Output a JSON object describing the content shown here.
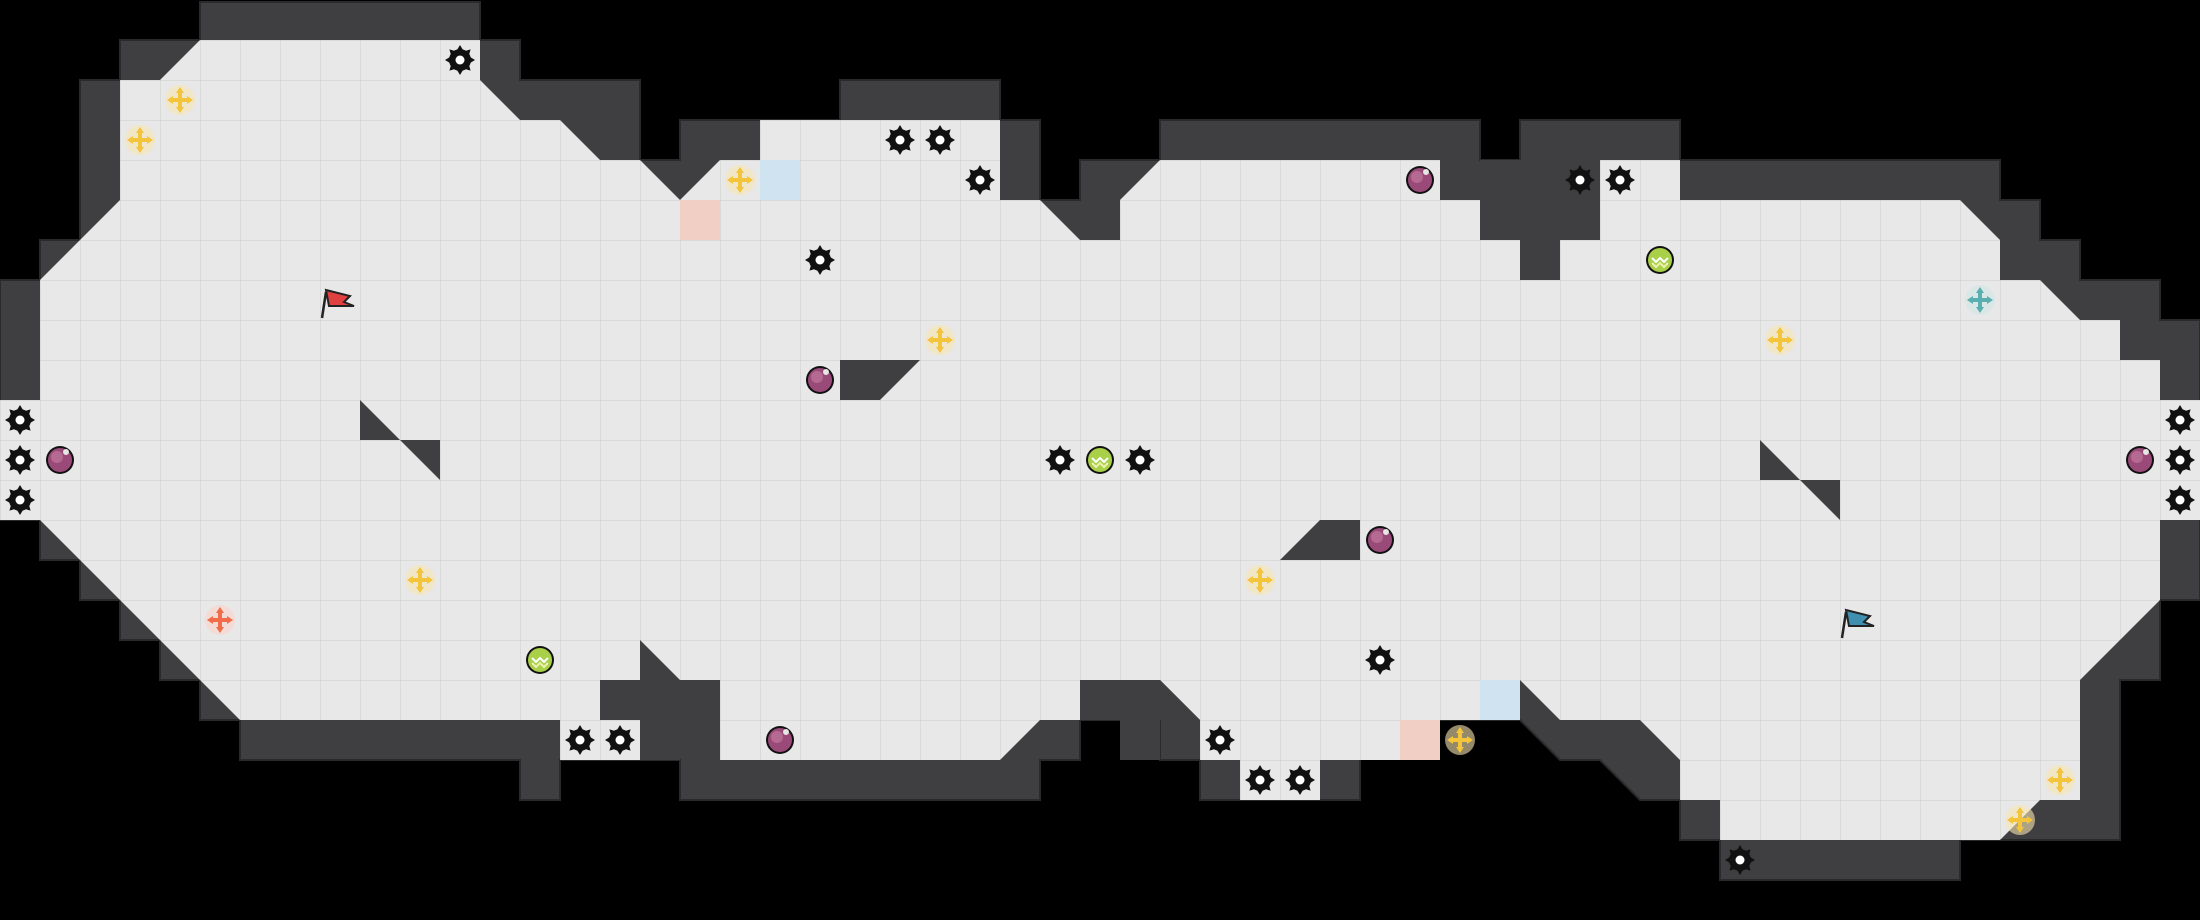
{
  "level": {
    "grid_cell": "square tiles",
    "colors": {
      "background": "#000000",
      "floor": "#e8e8e8",
      "grid_line": "#d3d3d3",
      "wall": "#3f3f42",
      "wall_edge": "#2a2a2c",
      "red_team": "#e04040",
      "blue_team": "#3f8fb0",
      "powerup_gold": "#f4c53a",
      "powerup_red": "#f26b4a",
      "powerup_teal": "#5ab0b0",
      "bomb": "#9a4a78",
      "boost": "#9ccc3c",
      "tint_red": "#f2cfc4",
      "tint_blue": "#cfe3f0"
    },
    "objects": {
      "red_flag": "flag-red",
      "blue_flag": "flag-blue",
      "spike_icon": "spike",
      "bomb_icon": "bomb",
      "boost_icon": "boost-pad",
      "powerup_icon": "powerup-cross"
    }
  }
}
